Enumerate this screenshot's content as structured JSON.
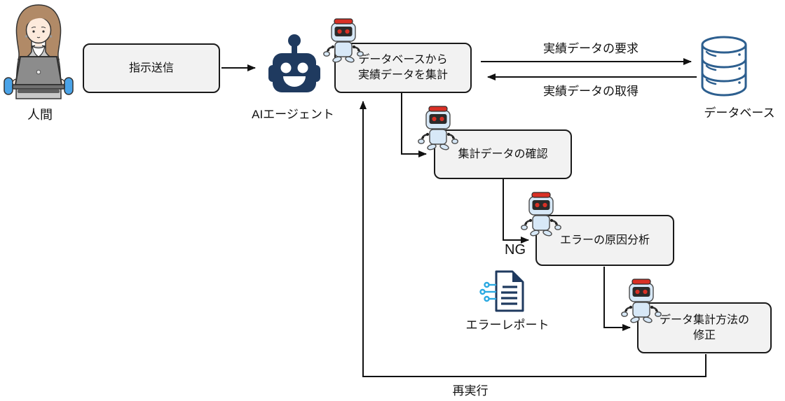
{
  "colors": {
    "navy": "#1f3a5f",
    "line": "#111111",
    "box-bg": "#f2f2f2",
    "box-border": "#1a1a1a",
    "db-fill": "#b9d9f5",
    "db-stroke": "#2d5f8f",
    "circuit-blue": "#2ba9e1",
    "robot-body": "#d7e8f7",
    "robot-red": "#d93025",
    "robot-dark": "#2b2b2b",
    "hair": "#b18a67",
    "skin": "#fdeadc",
    "jacket": "#c9c9c9",
    "laptop": "#8c8c8c",
    "chair-blue": "#4aa3e8"
  },
  "actors": {
    "human": {
      "label": "人間"
    },
    "ai_agent": {
      "label": "AIエージェント"
    },
    "database": {
      "label": "データベース"
    }
  },
  "nodes": {
    "send_instruction": {
      "label": "指示送信"
    },
    "aggregate_data": {
      "line1": "データベースから",
      "line2": "実績データを集計"
    },
    "check_data": {
      "label": "集計データの確認"
    },
    "analyze_error": {
      "label": "エラーの原因分析"
    },
    "fix_method": {
      "line1": "データ集計方法の",
      "line2": "修正"
    }
  },
  "edges": {
    "request": {
      "label": "実績データの要求"
    },
    "acquire": {
      "label": "実績データの取得"
    },
    "ng": {
      "label": "NG"
    },
    "rerun": {
      "label": "再実行"
    }
  },
  "artifacts": {
    "error_report": {
      "label": "エラーレポート"
    }
  }
}
